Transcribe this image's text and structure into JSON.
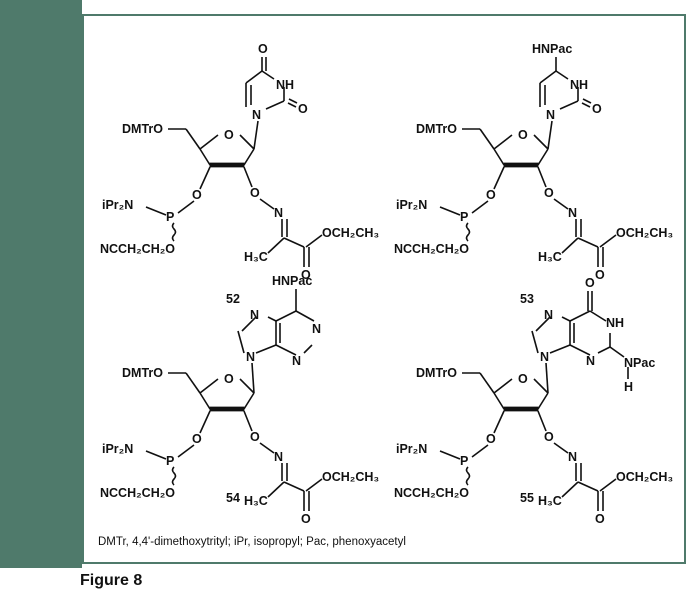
{
  "figure": {
    "label": "Figure 8",
    "footnote": "DMTr, 4,4'-dimethoxytrityl; iPr, isopropyl; Pac, phenoxyacetyl"
  },
  "colors": {
    "sidebar": "#4f7a6b",
    "frame_border": "#4f7a6b",
    "ink": "#111111"
  },
  "structures": [
    {
      "id": "52",
      "base": "uracil",
      "atoms": {
        "dmtro": "DMTrO",
        "ipr2n": "iPr₂N",
        "p": "P",
        "o3": "O",
        "ncc": "NCCH₂CH₂O",
        "o4": "O",
        "on": "O",
        "n_oxime": "N",
        "h3c": "H₃C",
        "ester": "OCH₂CH₃",
        "carbonyl_o": "O",
        "ring_n1": "N",
        "ring_nh": "NH",
        "ring_o_top": "O",
        "ring_o_right": "O"
      }
    },
    {
      "id": "53",
      "base": "N4-Pac cytosine (dihydro)",
      "atoms": {
        "dmtro": "DMTrO",
        "ipr2n": "iPr₂N",
        "p": "P",
        "o3": "O",
        "ncc": "NCCH₂CH₂O",
        "o4": "O",
        "on": "O",
        "n_oxime": "N",
        "h3c": "H₃C",
        "ester": "OCH₂CH₃",
        "carbonyl_o": "O",
        "ring_n1": "N",
        "ring_nh": "NH",
        "hnpac": "HNPac",
        "ring_o_right": "O"
      }
    },
    {
      "id": "54",
      "base": "N6-Pac adenine",
      "atoms": {
        "dmtro": "DMTrO",
        "ipr2n": "iPr₂N",
        "p": "P",
        "o3": "O",
        "ncc": "NCCH₂CH₂O",
        "o4": "O",
        "on": "O",
        "n_oxime": "N",
        "h3c": "H₃C",
        "ester": "OCH₂CH₃",
        "carbonyl_o": "O",
        "n9": "N",
        "n7": "N",
        "n1": "N",
        "n3": "N",
        "hnpac": "HNPac"
      }
    },
    {
      "id": "55",
      "base": "N2-Pac guanine",
      "atoms": {
        "dmtro": "DMTrO",
        "ipr2n": "iPr₂N",
        "p": "P",
        "o3": "O",
        "ncc": "NCCH₂CH₂O",
        "o4": "O",
        "on": "O",
        "n_oxime": "N",
        "h3c": "H₃C",
        "ester": "OCH₂CH₃",
        "carbonyl_o": "O",
        "n9": "N",
        "n7": "N",
        "nh": "NH",
        "n3": "N",
        "npac": "NPac",
        "h": "H",
        "ring_o_top": "O"
      }
    }
  ]
}
